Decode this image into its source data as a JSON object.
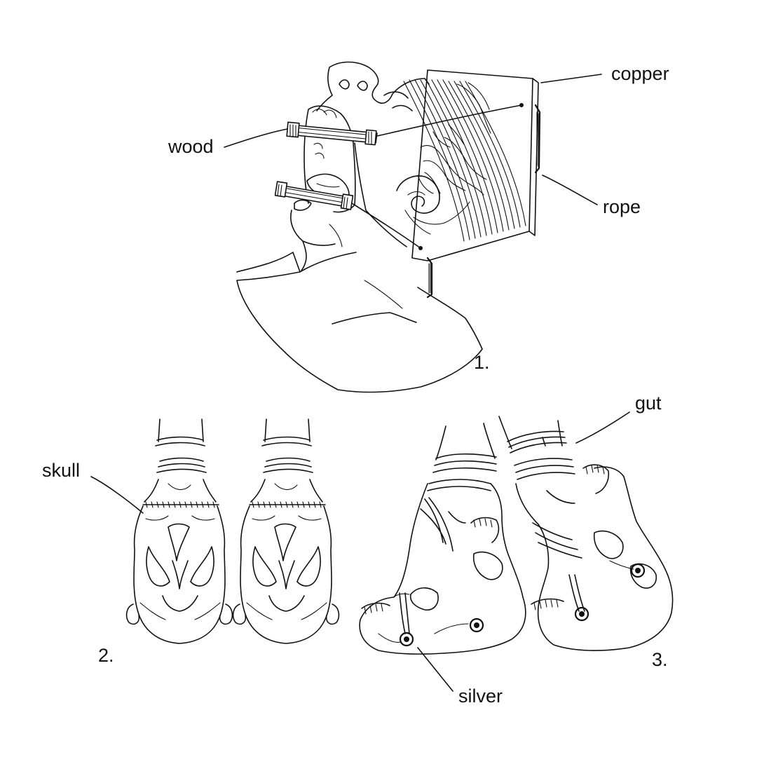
{
  "labels": {
    "copper": "copper",
    "wood": "wood",
    "rope": "rope",
    "skull": "skull",
    "gut": "gut",
    "silver": "silver"
  },
  "figures": {
    "fig1": "1.",
    "fig2": "2.",
    "fig3": "3."
  },
  "colors": {
    "ink": "#111111",
    "paper": "#ffffff"
  }
}
